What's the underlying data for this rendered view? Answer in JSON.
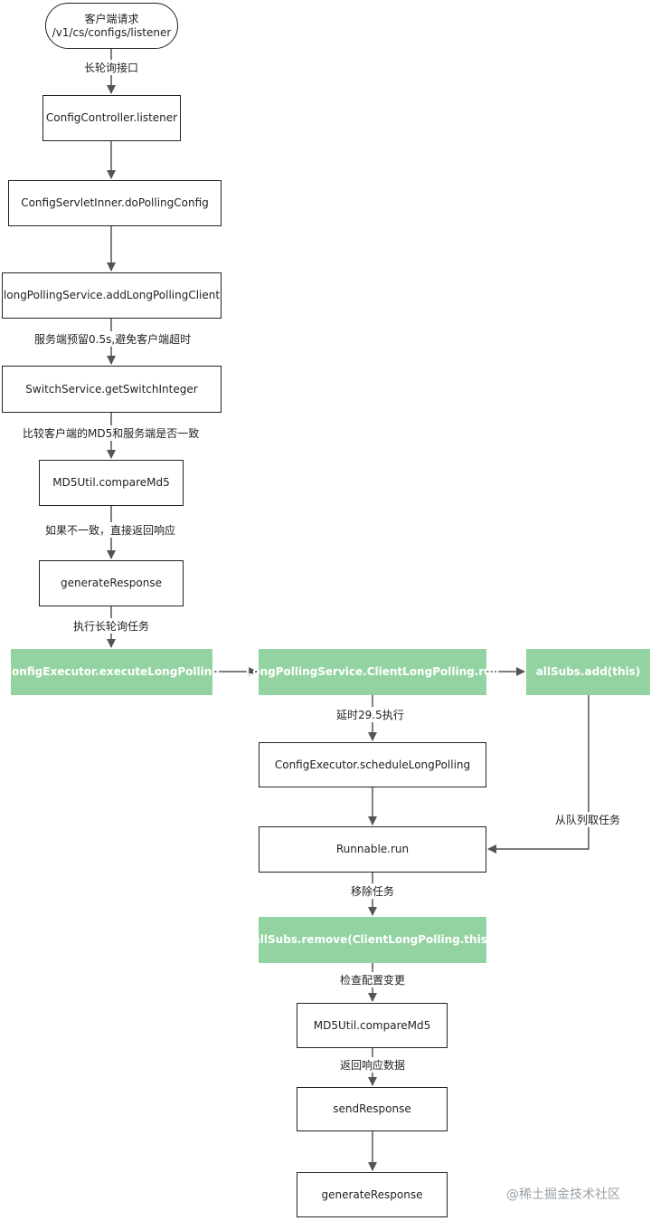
{
  "nodes": {
    "client_request_line1": "客户端请求",
    "client_request_line2": "/v1/cs/configs/listener",
    "config_controller": "ConfigController.listener",
    "servlet_inner": "ConfigServletInner.doPollingConfig",
    "add_client": "longPollingService.addLongPollingClient",
    "switch_service": "SwitchService.getSwitchInteger",
    "compare_md5_1": "MD5Util.compareMd5",
    "generate_response_1": "generateResponse",
    "execute_long_polling": "ConfigExecutor.executeLongPolling",
    "client_long_polling_run": "LongPollingService.ClientLongPolling.run",
    "allsubs_add": "allSubs.add(this)",
    "schedule_long_polling": "ConfigExecutor.scheduleLongPolling",
    "runnable_run": "Runnable.run",
    "allsubs_remove": "allSubs.remove(ClientLongPolling.this)",
    "compare_md5_2": "MD5Util.compareMd5",
    "send_response": "sendResponse",
    "generate_response_2": "generateResponse"
  },
  "edge_labels": {
    "long_polling_api": "长轮询接口",
    "server_reserve": "服务端预留0.5s,避免客户端超时",
    "compare_md5_desc": "比较客户端的MD5和服务端是否一致",
    "if_inconsistent": "如果不一致，直接返回响应",
    "execute_task": "执行长轮询任务",
    "delay_execute": "延时29.5执行",
    "take_from_queue": "从队列取任务",
    "remove_task": "移除任务",
    "check_change": "检查配置变更",
    "return_data": "返回响应数据"
  },
  "watermark": "@稀土掘金技术社区",
  "colors": {
    "green_node": "#93d3a2",
    "edge": "#555555"
  }
}
